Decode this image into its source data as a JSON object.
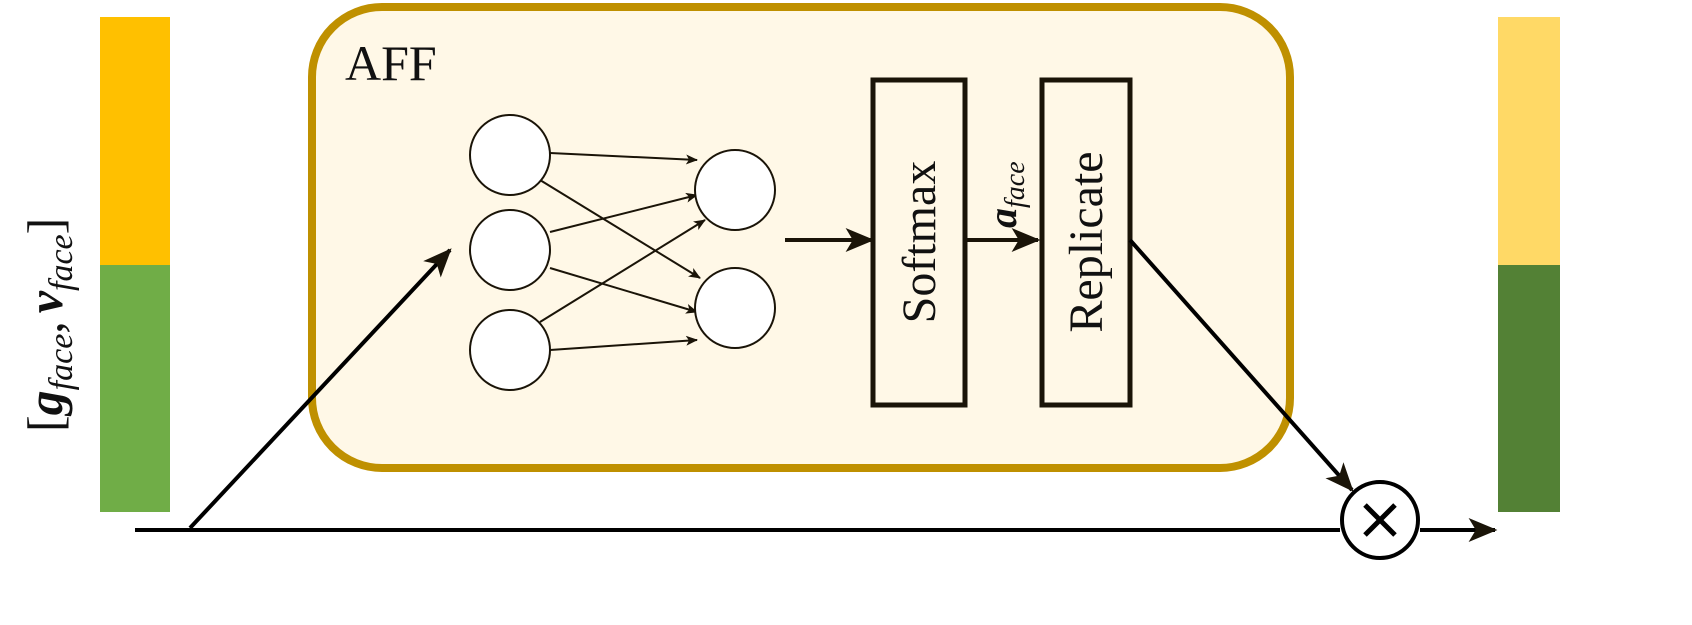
{
  "input_label": {
    "open": "[",
    "g": "g",
    "g_sub": "face",
    "comma": ",",
    "v": "v",
    "v_sub": "face",
    "close": "]"
  },
  "module_title": "AFF",
  "softmax_label": "Softmax",
  "replicate_label": "Replicate",
  "attention_label": {
    "a": "a",
    "sub": "face"
  },
  "multiply_symbol": "×",
  "colors": {
    "input_top": "#ffc000",
    "input_bottom": "#70ad47",
    "output_top": "#ffd966",
    "output_bottom": "#538135",
    "module_border": "#bf9000",
    "module_fill": "#fff8e7"
  }
}
